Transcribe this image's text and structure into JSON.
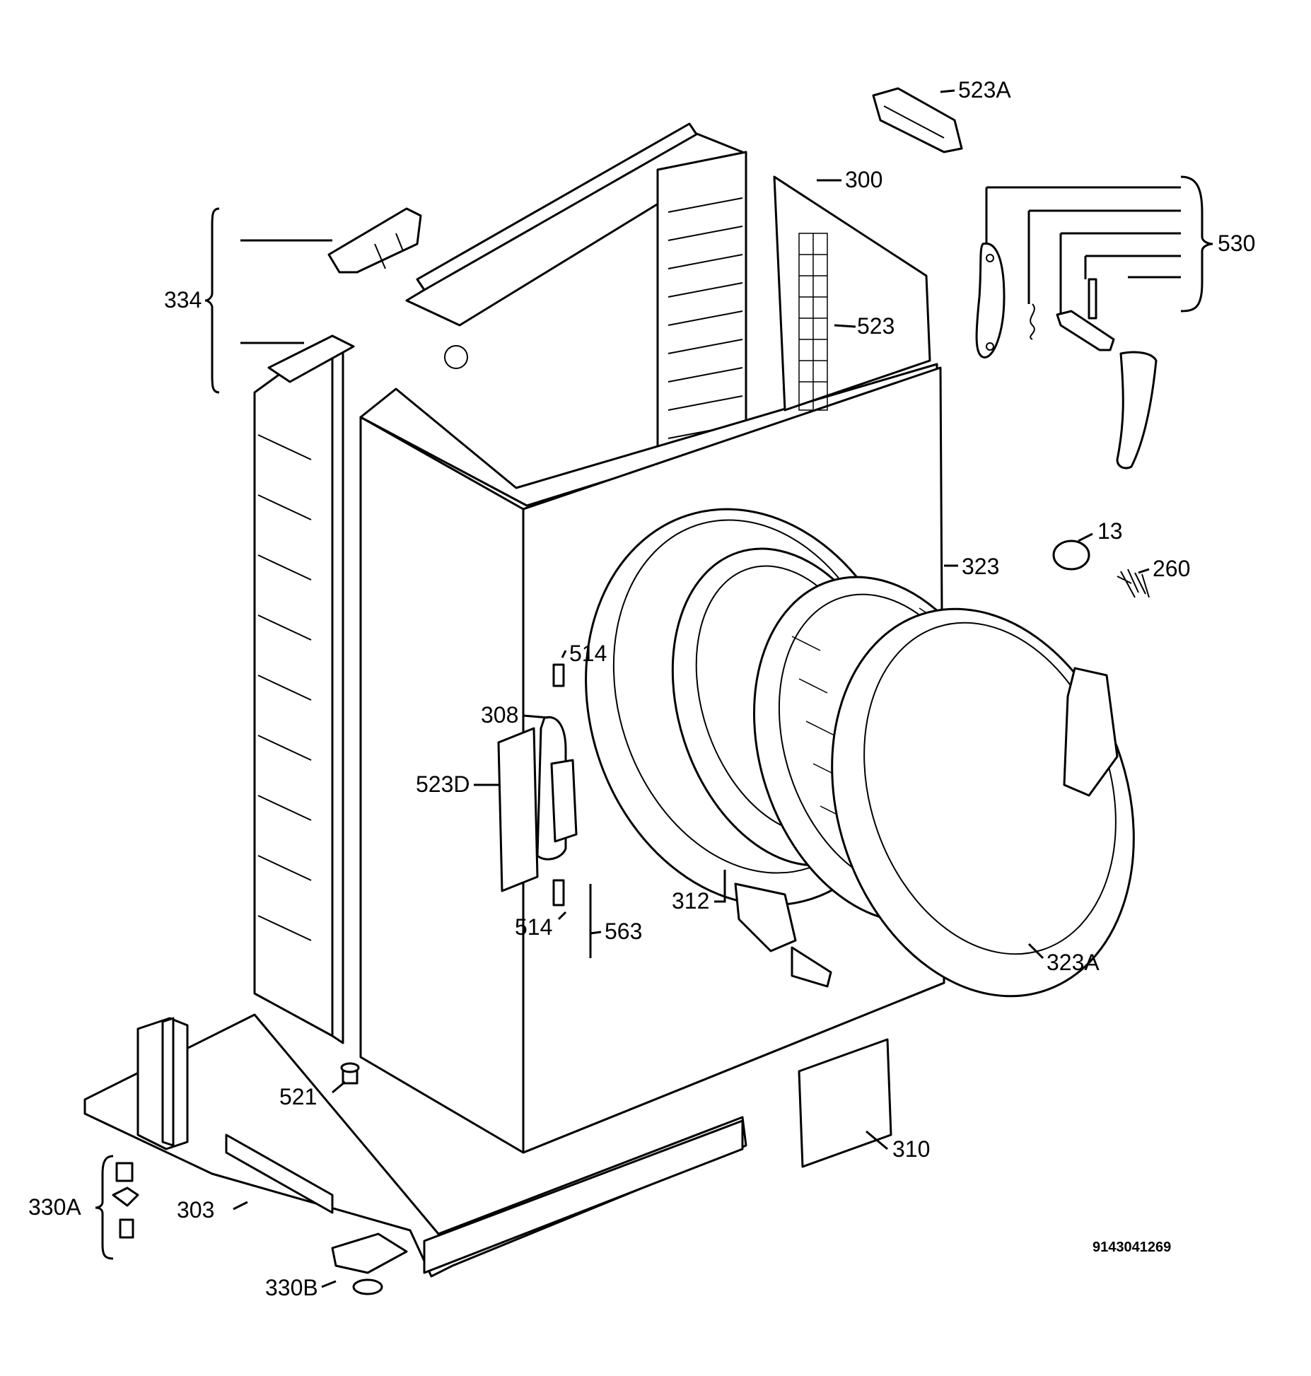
{
  "diagram": {
    "drawing_number": "9143041269",
    "callouts": {
      "c523A_top": "523A",
      "c300": "300",
      "c530": "530",
      "c334": "334",
      "c523": "523",
      "c13": "13",
      "c323": "323",
      "c260": "260",
      "c514_top": "514",
      "c308": "308",
      "c523D": "523D",
      "c312": "312",
      "c514_bottom": "514",
      "c563": "563",
      "c323A": "323A",
      "c521": "521",
      "c310": "310",
      "c330A": "330A",
      "c303": "303",
      "c330B": "330B"
    }
  }
}
